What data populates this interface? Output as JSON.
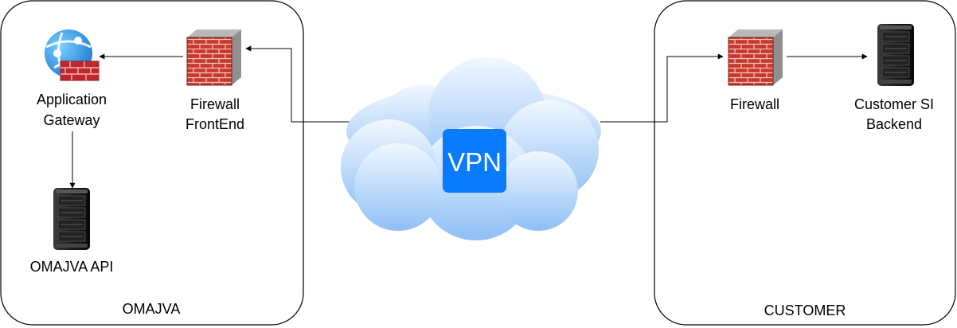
{
  "groups": {
    "left": {
      "label": "OMAJVA"
    },
    "right": {
      "label": "CUSTOMER"
    }
  },
  "nodes": {
    "app_gateway": {
      "line1": "Application",
      "line2": "Gateway",
      "icon": "application-gateway-icon"
    },
    "firewall_frontend": {
      "line1": "Firewall",
      "line2": "FrontEnd",
      "icon": "firewall-icon"
    },
    "omajva_api": {
      "label": "OMAJVA API",
      "icon": "server-rack-icon"
    },
    "vpn": {
      "label": "VPN",
      "icon": "cloud-icon"
    },
    "customer_firewall": {
      "label": "Firewall",
      "icon": "firewall-icon"
    },
    "customer_backend": {
      "line1": "Customer SI",
      "line2": "Backend",
      "icon": "server-rack-icon"
    }
  },
  "edges": [
    {
      "from": "firewall_frontend",
      "to": "app_gateway"
    },
    {
      "from": "app_gateway",
      "to": "omajva_api"
    },
    {
      "from": "vpn",
      "to": "firewall_frontend"
    },
    {
      "from": "vpn",
      "to": "customer_firewall"
    },
    {
      "from": "customer_firewall",
      "to": "customer_backend"
    }
  ],
  "colors": {
    "brick": "#c0392b",
    "vpn_badge": "#0a7aff",
    "cloud_top": "#f2f8ff",
    "cloud_bottom": "#8fbff6"
  }
}
